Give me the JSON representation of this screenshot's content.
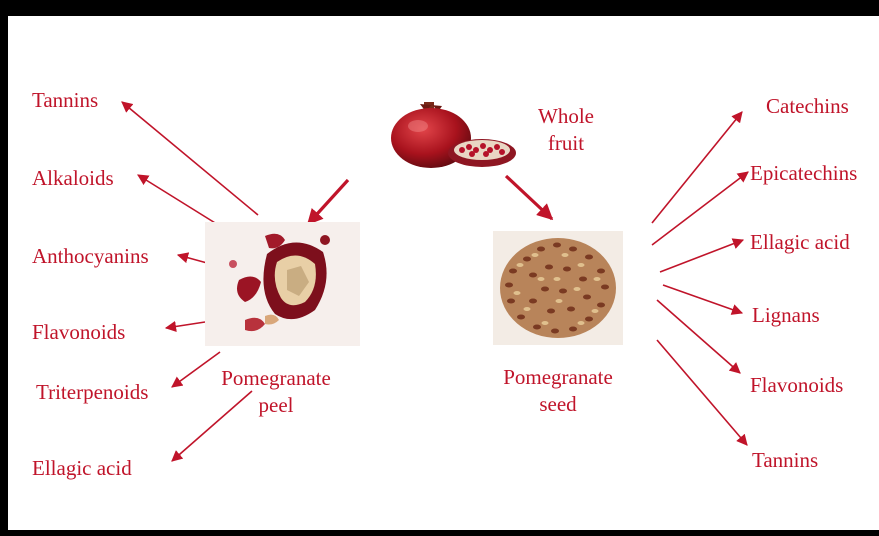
{
  "whole_fruit": {
    "line1": "Whole",
    "line2": "fruit"
  },
  "peel": {
    "title_line1": "Pomegranate",
    "title_line2": "peel",
    "compounds": [
      "Tannins",
      "Alkaloids",
      "Anthocyanins",
      "Flavonoids",
      "Triterpenoids",
      "Ellagic acid"
    ]
  },
  "seed": {
    "title_line1": "Pomegranate",
    "title_line2": "seed",
    "compounds": [
      "Catechins",
      "Epicatechins",
      "Ellagic acid",
      "Lignans",
      "Flavonoids",
      "Tannins"
    ]
  },
  "colors": {
    "text": "#c0142a",
    "arrow": "#c0142a",
    "border": "#000000"
  },
  "icons": {
    "whole_fruit": "pomegranate-fruit-photo",
    "peel": "pomegranate-peel-photo",
    "seed": "pomegranate-seeds-photo"
  }
}
